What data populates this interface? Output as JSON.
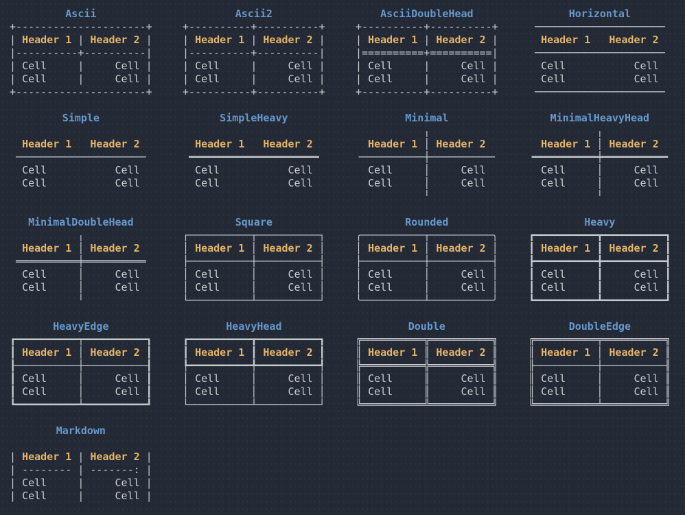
{
  "palette": {
    "background": "#242936",
    "title": "#6699cc",
    "header": "#e5b567",
    "cell": "#cccfd3",
    "border": "#c6cace"
  },
  "tables": [
    {
      "title": "Ascii",
      "lines": [
        "+---------------------+",
        "| Header 1 | Header 2 |",
        "|----------+----------|",
        "| Cell     |     Cell |",
        "| Cell     |     Cell |",
        "+---------------------+"
      ]
    },
    {
      "title": "Ascii2",
      "lines": [
        "+----------+----------+",
        "| Header 1 | Header 2 |",
        "|----------+----------|",
        "| Cell     |     Cell |",
        "| Cell     |     Cell |",
        "+----------+----------+"
      ]
    },
    {
      "title": "AsciiDoubleHead",
      "lines": [
        "+----------+----------+",
        "| Header 1 | Header 2 |",
        "|==========+==========|",
        "| Cell     |     Cell |",
        "| Cell     |     Cell |",
        "+----------+----------+"
      ]
    },
    {
      "title": "Horizontal",
      "lines": [
        " ───────────────────── ",
        "  Header 1   Header 2  ",
        " ───────────────────── ",
        "  Cell           Cell  ",
        "  Cell           Cell  ",
        " ───────────────────── "
      ]
    },
    {
      "title": "Simple",
      "lines": [
        "                       ",
        "  Header 1   Header 2  ",
        " ───────────────────── ",
        "  Cell           Cell  ",
        "  Cell           Cell  ",
        "                       "
      ]
    },
    {
      "title": "SimpleHeavy",
      "lines": [
        "                       ",
        "  Header 1   Header 2  ",
        " ━━━━━━━━━━━━━━━━━━━━━ ",
        "  Cell           Cell  ",
        "  Cell           Cell  ",
        "                       "
      ]
    },
    {
      "title": "Minimal",
      "lines": [
        "           ╷           ",
        "  Header 1 │ Header 2  ",
        "╶──────────┼──────────╴",
        "  Cell     │     Cell  ",
        "  Cell     │     Cell  ",
        "           ╵           "
      ]
    },
    {
      "title": "MinimalHeavyHead",
      "lines": [
        "           ╷           ",
        "  Header 1 │ Header 2  ",
        "╺━━━━━━━━━━┿━━━━━━━━━━╸",
        "  Cell     │     Cell  ",
        "  Cell     │     Cell  ",
        "           ╵           "
      ]
    },
    {
      "title": "MinimalDoubleHead",
      "lines": [
        "           ╷           ",
        "  Header 1 │ Header 2  ",
        " ══════════╪══════════ ",
        "  Cell     │     Cell  ",
        "  Cell     │     Cell  ",
        "           ╵           "
      ]
    },
    {
      "title": "Square",
      "lines": [
        "┌──────────┬──────────┐",
        "│ Header 1 │ Header 2 │",
        "├──────────┼──────────┤",
        "│ Cell     │     Cell │",
        "│ Cell     │     Cell │",
        "└──────────┴──────────┘"
      ]
    },
    {
      "title": "Rounded",
      "lines": [
        "╭──────────┬──────────╮",
        "│ Header 1 │ Header 2 │",
        "├──────────┼──────────┤",
        "│ Cell     │     Cell │",
        "│ Cell     │     Cell │",
        "╰──────────┴──────────╯"
      ]
    },
    {
      "title": "Heavy",
      "lines": [
        "┏━━━━━━━━━━┳━━━━━━━━━━┓",
        "┃ Header 1 ┃ Header 2 ┃",
        "┣━━━━━━━━━━╋━━━━━━━━━━┫",
        "┃ Cell     ┃     Cell ┃",
        "┃ Cell     ┃     Cell ┃",
        "┗━━━━━━━━━━┻━━━━━━━━━━┛"
      ]
    },
    {
      "title": "HeavyEdge",
      "lines": [
        "┏━━━━━━━━━━┯━━━━━━━━━━┓",
        "┃ Header 1 │ Header 2 ┃",
        "┠──────────┼──────────┨",
        "┃ Cell     │     Cell ┃",
        "┃ Cell     │     Cell ┃",
        "┗━━━━━━━━━━┷━━━━━━━━━━┛"
      ]
    },
    {
      "title": "HeavyHead",
      "lines": [
        "┏━━━━━━━━━━┳━━━━━━━━━━┓",
        "┃ Header 1 ┃ Header 2 ┃",
        "┡━━━━━━━━━━╇━━━━━━━━━━┩",
        "│ Cell     │     Cell │",
        "│ Cell     │     Cell │",
        "└──────────┴──────────┘"
      ]
    },
    {
      "title": "Double",
      "lines": [
        "╔══════════╦══════════╗",
        "║ Header 1 ║ Header 2 ║",
        "╠══════════╬══════════╣",
        "║ Cell     ║     Cell ║",
        "║ Cell     ║     Cell ║",
        "╚══════════╩══════════╝"
      ]
    },
    {
      "title": "DoubleEdge",
      "lines": [
        "╔══════════╤══════════╗",
        "║ Header 1 │ Header 2 ║",
        "╟──────────┼──────────╢",
        "║ Cell     │     Cell ║",
        "║ Cell     │     Cell ║",
        "╚══════════╧══════════╝"
      ]
    },
    {
      "title": "Markdown",
      "lines": [
        "                       ",
        "| Header 1 | Header 2 |",
        "| -------- | -------: |",
        "| Cell     |     Cell |",
        "| Cell     |     Cell |",
        "                       "
      ]
    }
  ]
}
